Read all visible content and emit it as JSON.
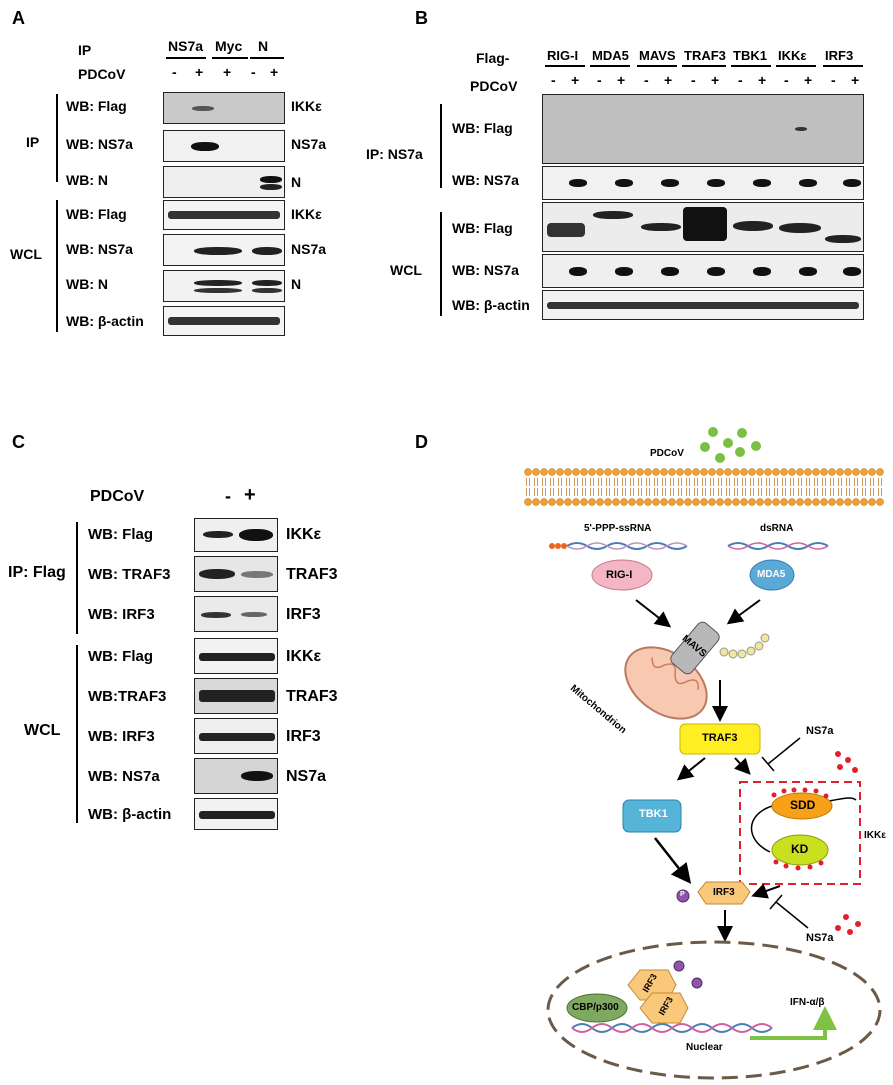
{
  "panelA": {
    "letter": "A",
    "ip_label": "IP",
    "pdcov_label": "PDCoV",
    "ip_groups": [
      "NS7a",
      "Myc",
      "N"
    ],
    "signs": [
      "-",
      "+",
      "+",
      "-",
      "+"
    ],
    "section_ip": "IP",
    "section_wcl": "WCL",
    "rows": [
      {
        "wb": "WB: Flag",
        "right": "IKKε"
      },
      {
        "wb": "WB: NS7a",
        "right": "NS7a"
      },
      {
        "wb": "WB: N",
        "right": "N"
      },
      {
        "wb": "WB: Flag",
        "right": "IKKε"
      },
      {
        "wb": "WB: NS7a",
        "right": "NS7a"
      },
      {
        "wb": "WB: N",
        "right": "N"
      },
      {
        "wb": "WB: β-actin",
        "right": ""
      }
    ]
  },
  "panelB": {
    "letter": "B",
    "flag_label": "Flag-",
    "pdcov_label": "PDCoV",
    "proteins": [
      "RIG-I",
      "MDA5",
      "MAVS",
      "TRAF3",
      "TBK1",
      "IKKε",
      "IRF3"
    ],
    "signs": [
      "-",
      "+"
    ],
    "section_ip": "IP: NS7a",
    "section_wcl": "WCL",
    "rows": [
      "WB: Flag",
      "WB: NS7a",
      "WB: Flag",
      "WB: NS7a",
      "WB: β-actin"
    ]
  },
  "panelC": {
    "letter": "C",
    "pdcov_label": "PDCoV",
    "signs": [
      "-",
      "+"
    ],
    "section_ip": "IP: Flag",
    "section_wcl": "WCL",
    "rows": [
      {
        "wb": "WB: Flag",
        "right": "IKKε"
      },
      {
        "wb": "WB: TRAF3",
        "right": "TRAF3"
      },
      {
        "wb": "WB: IRF3",
        "right": "IRF3"
      },
      {
        "wb": "WB: Flag",
        "right": "IKKε"
      },
      {
        "wb": "WB:TRAF3",
        "right": "TRAF3"
      },
      {
        "wb": "WB: IRF3",
        "right": "IRF3"
      },
      {
        "wb": "WB: NS7a",
        "right": "NS7a"
      },
      {
        "wb": "WB: β-actin",
        "right": ""
      }
    ]
  },
  "panelD": {
    "letter": "D",
    "virus": "PDCoV",
    "rna1": "5'-PPP-ssRNA",
    "rna2": "dsRNA",
    "rigi": "RIG-I",
    "mda5": "MDA5",
    "mavs": "MAVS",
    "mito": "Mitochondrion",
    "traf3": "TRAF3",
    "tbk1": "TBK1",
    "sdd": "SDD",
    "kd": "KD",
    "ikke": "IKKε",
    "ns7a_1": "NS7a",
    "ns7a_2": "NS7a",
    "irf3": "IRF3",
    "p": "P",
    "irf3_a": "IRF3",
    "irf3_b": "IRF3",
    "cbp": "CBP/p300",
    "ifn": "IFN-α/β",
    "nuclear": "Nuclear",
    "colors": {
      "virus": "#7ac143",
      "membrane": "#f0a030",
      "rigi": "#f4b6c4",
      "mda5": "#5aa9d6",
      "traf3": "#ffee22",
      "tbk1": "#56b4d8",
      "sdd": "#f7a11a",
      "kd": "#c8e020",
      "irf3": "#f9c87a",
      "cbp": "#7fa860",
      "dash_red": "#e0202a",
      "arrow_green": "#7dc242"
    }
  }
}
